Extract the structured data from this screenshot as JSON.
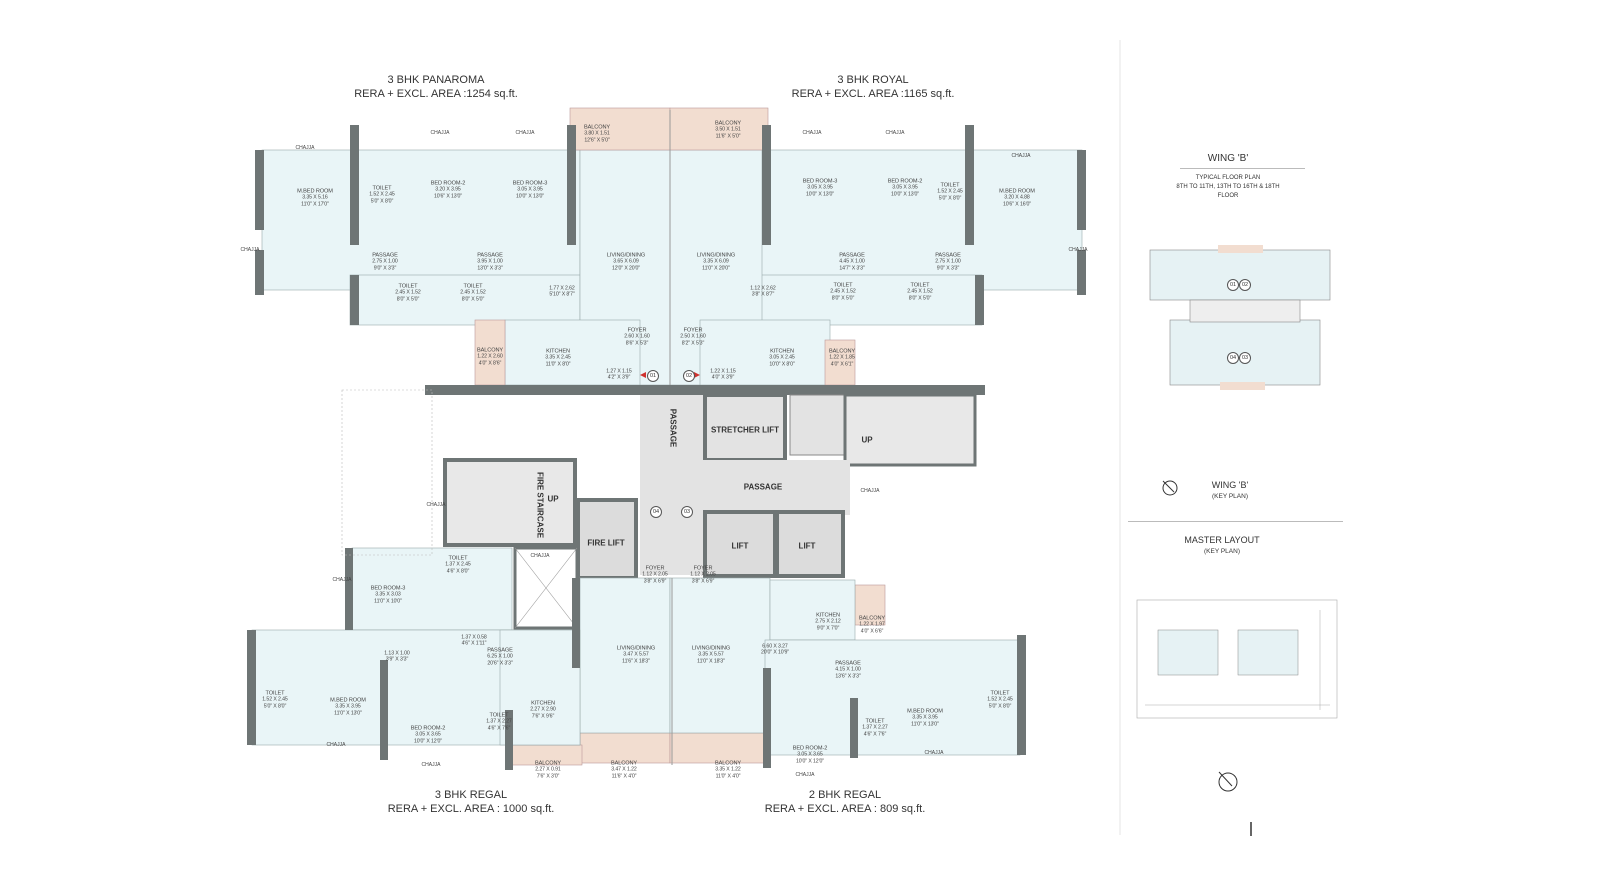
{
  "units": [
    {
      "name": "3 BHK PANAROMA",
      "area": "RERA + EXCL. AREA :1254 sq.ft."
    },
    {
      "name": "3 BHK ROYAL",
      "area": "RERA + EXCL. AREA :1165 sq.ft."
    },
    {
      "name": "3 BHK REGAL",
      "area": "RERA + EXCL. AREA : 1000 sq.ft."
    },
    {
      "name": "2 BHK REGAL",
      "area": "RERA + EXCL. AREA : 809 sq.ft."
    }
  ],
  "rooms": [
    {
      "name": "M.BED ROOM",
      "metric": "3.35 X 5.16",
      "imperial": "11'0\" X 17'0\""
    },
    {
      "name": "TOILET",
      "metric": "1.52 X 2.45",
      "imperial": "5'0\" X 8'0\""
    },
    {
      "name": "BED ROOM-2",
      "metric": "3.20 X 3.95",
      "imperial": "10'6\" X 13'0\""
    },
    {
      "name": "BED ROOM-3",
      "metric": "3.05 X 3.95",
      "imperial": "10'0\" X 13'0\""
    },
    {
      "name": "PASSAGE",
      "metric": "2.75 X 1.00",
      "imperial": "9'0\" X 3'3\""
    },
    {
      "name": "PASSAGE",
      "metric": "3.95 X 1.00",
      "imperial": "13'0\" X 3'3\""
    },
    {
      "name": "TOILET",
      "metric": "2.45 X 1.52",
      "imperial": "8'0\" X 5'0\""
    },
    {
      "name": "TOILET",
      "metric": "2.45 X 1.52",
      "imperial": "8'0\" X 5'0\""
    },
    {
      "name": "",
      "metric": "1.77 X 2.62",
      "imperial": "5'10\" X 8'7\""
    },
    {
      "name": "LIVING/DINING",
      "metric": "3.65 X 6.09",
      "imperial": "12'0\" X 20'0\""
    },
    {
      "name": "BALCONY",
      "metric": "3.80 X 1.51",
      "imperial": "12'6\" X 5'0\""
    },
    {
      "name": "FOYER",
      "metric": "2.60 X 1.60",
      "imperial": "8'6\" X 5'3\""
    },
    {
      "name": "KITCHEN",
      "metric": "3.35 X 2.45",
      "imperial": "11'0\" X 8'0\""
    },
    {
      "name": "BALCONY",
      "metric": "1.22 X 2.60",
      "imperial": "4'0\" X 8'6\""
    },
    {
      "name": "",
      "metric": "1.27 X 1.15",
      "imperial": "4'2\" X 3'9\""
    },
    {
      "name": "BALCONY",
      "metric": "3.50 X 1.51",
      "imperial": "11'6\" X 5'0\""
    },
    {
      "name": "LIVING/DINING",
      "metric": "3.35 X 6.09",
      "imperial": "11'0\" X 20'0\""
    },
    {
      "name": "BED ROOM-3",
      "metric": "3.05 X 3.95",
      "imperial": "10'0\" X 13'0\""
    },
    {
      "name": "BED ROOM-2",
      "metric": "3.05 X 3.95",
      "imperial": "10'0\" X 13'0\""
    },
    {
      "name": "TOILET",
      "metric": "1.52 X 2.45",
      "imperial": "5'0\" X 8'0\""
    },
    {
      "name": "M.BED ROOM",
      "metric": "3.20 X 4.88",
      "imperial": "10'6\" X 16'0\""
    },
    {
      "name": "PASSAGE",
      "metric": "4.45 X 1.00",
      "imperial": "14'7\" X 3'3\""
    },
    {
      "name": "PASSAGE",
      "metric": "2.75 X 1.00",
      "imperial": "9'0\" X 3'3\""
    },
    {
      "name": "TOILET",
      "metric": "2.45 X 1.52",
      "imperial": "8'0\" X 5'0\""
    },
    {
      "name": "TOILET",
      "metric": "2.45 X 1.52",
      "imperial": "8'0\" X 5'0\""
    },
    {
      "name": "",
      "metric": "1.12 X 2.62",
      "imperial": "3'8\" X 8'7\""
    },
    {
      "name": "FOYER",
      "metric": "2.50 X 1.60",
      "imperial": "8'2\" X 5'3\""
    },
    {
      "name": "KITCHEN",
      "metric": "3.05 X 2.45",
      "imperial": "10'0\" X 8'0\""
    },
    {
      "name": "BALCONY",
      "metric": "1.22 X 1.85",
      "imperial": "4'0\" X 6'1\""
    },
    {
      "name": "",
      "metric": "1.22 X 1.15",
      "imperial": "4'0\" X 3'9\""
    },
    {
      "name": "BED ROOM-3",
      "metric": "3.35 X 3.03",
      "imperial": "11'0\" X 10'0\""
    },
    {
      "name": "TOILET",
      "metric": "1.37 X 2.45",
      "imperial": "4'6\" X 8'0\""
    },
    {
      "name": "",
      "metric": "1.37 X 0.58",
      "imperial": "4'6\" X 1'11\""
    },
    {
      "name": "",
      "metric": "1.13 X 1.00",
      "imperial": "3'9\" X 3'3\""
    },
    {
      "name": "PASSAGE",
      "metric": "6.25 X 1.00",
      "imperial": "20'6\" X 3'3\""
    },
    {
      "name": "TOILET",
      "metric": "1.52 X 2.45",
      "imperial": "5'0\" X 8'0\""
    },
    {
      "name": "M.BED ROOM",
      "metric": "3.35 X 3.95",
      "imperial": "11'0\" X 13'0\""
    },
    {
      "name": "BED ROOM-2",
      "metric": "3.05 X 3.65",
      "imperial": "10'0\" X 12'0\""
    },
    {
      "name": "TOILET",
      "metric": "1.37 X 2.27",
      "imperial": "4'6\" X 7'6\""
    },
    {
      "name": "KITCHEN",
      "metric": "2.27 X 2.90",
      "imperial": "7'6\" X 9'6\""
    },
    {
      "name": "BALCONY",
      "metric": "2.27 X 0.91",
      "imperial": "7'6\" X 3'0\""
    },
    {
      "name": "BALCONY",
      "metric": "3.47 X 1.22",
      "imperial": "11'6\" X 4'0\""
    },
    {
      "name": "LIVING/DINING",
      "metric": "3.47 X 5.57",
      "imperial": "11'6\" X 18'3\""
    },
    {
      "name": "FOYER",
      "metric": "1.12 X 2.05",
      "imperial": "3'8\" X 6'9\""
    },
    {
      "name": "FOYER",
      "metric": "1.12 X 2.05",
      "imperial": "3'8\" X 6'9\""
    },
    {
      "name": "LIVING/DINING",
      "metric": "3.35 X 5.57",
      "imperial": "11'0\" X 18'3\""
    },
    {
      "name": "",
      "metric": "6.60 X 3.27",
      "imperial": "20'0\" X 10'9\""
    },
    {
      "name": "KITCHEN",
      "metric": "2.75 X 2.12",
      "imperial": "9'0\" X 7'0\""
    },
    {
      "name": "BALCONY",
      "metric": "1.22 X 1.97",
      "imperial": "4'0\" X 6'6\""
    },
    {
      "name": "PASSAGE",
      "metric": "4.15 X 1.00",
      "imperial": "13'6\" X 3'3\""
    },
    {
      "name": "M.BED ROOM",
      "metric": "3.35 X 3.95",
      "imperial": "11'0\" X 13'0\""
    },
    {
      "name": "TOILET",
      "metric": "1.52 X 2.45",
      "imperial": "5'0\" X 8'0\""
    },
    {
      "name": "BED ROOM-2",
      "metric": "3.05 X 3.65",
      "imperial": "10'0\" X 12'0\""
    },
    {
      "name": "TOILET",
      "metric": "1.37 X 2.27",
      "imperial": "4'6\" X 7'6\""
    },
    {
      "name": "BALCONY",
      "metric": "3.35 X 1.22",
      "imperial": "11'0\" X 4'0\""
    }
  ],
  "core": {
    "passage_vertical": "PASSAGE",
    "stretcher_lift": "STRETCHER LIFT",
    "up_main": "UP",
    "passage": "PASSAGE",
    "fire_staircase": "FIRE STAIRCASE",
    "up_fire": "UP",
    "fire_lift": "FIRE LIFT",
    "lift_1": "LIFT",
    "lift_2": "LIFT"
  },
  "chajja_label": "CHAJJA",
  "unit_markers": [
    "01",
    "02",
    "03",
    "04"
  ],
  "side_panel": {
    "wing_title": "WING 'B'",
    "plan_type": "TYPICAL FLOOR PLAN",
    "floors_line1": "8TH TO 11TH, 13TH TO 16TH & 18TH",
    "floors_line2": "FLOOR",
    "key_plan_title": "WING 'B'",
    "key_plan_sub": "(KEY PLAN)",
    "master_title": "MASTER LAYOUT",
    "master_sub": "(KEY PLAN)",
    "key_markers": [
      "01",
      "02",
      "04",
      "03"
    ]
  },
  "colors": {
    "unit_fill": "#e9f5f7",
    "wall": "#6e7575",
    "balcony": "#f2ddd0",
    "core": "#e3e3e3",
    "door_marker": "#d0322e"
  }
}
